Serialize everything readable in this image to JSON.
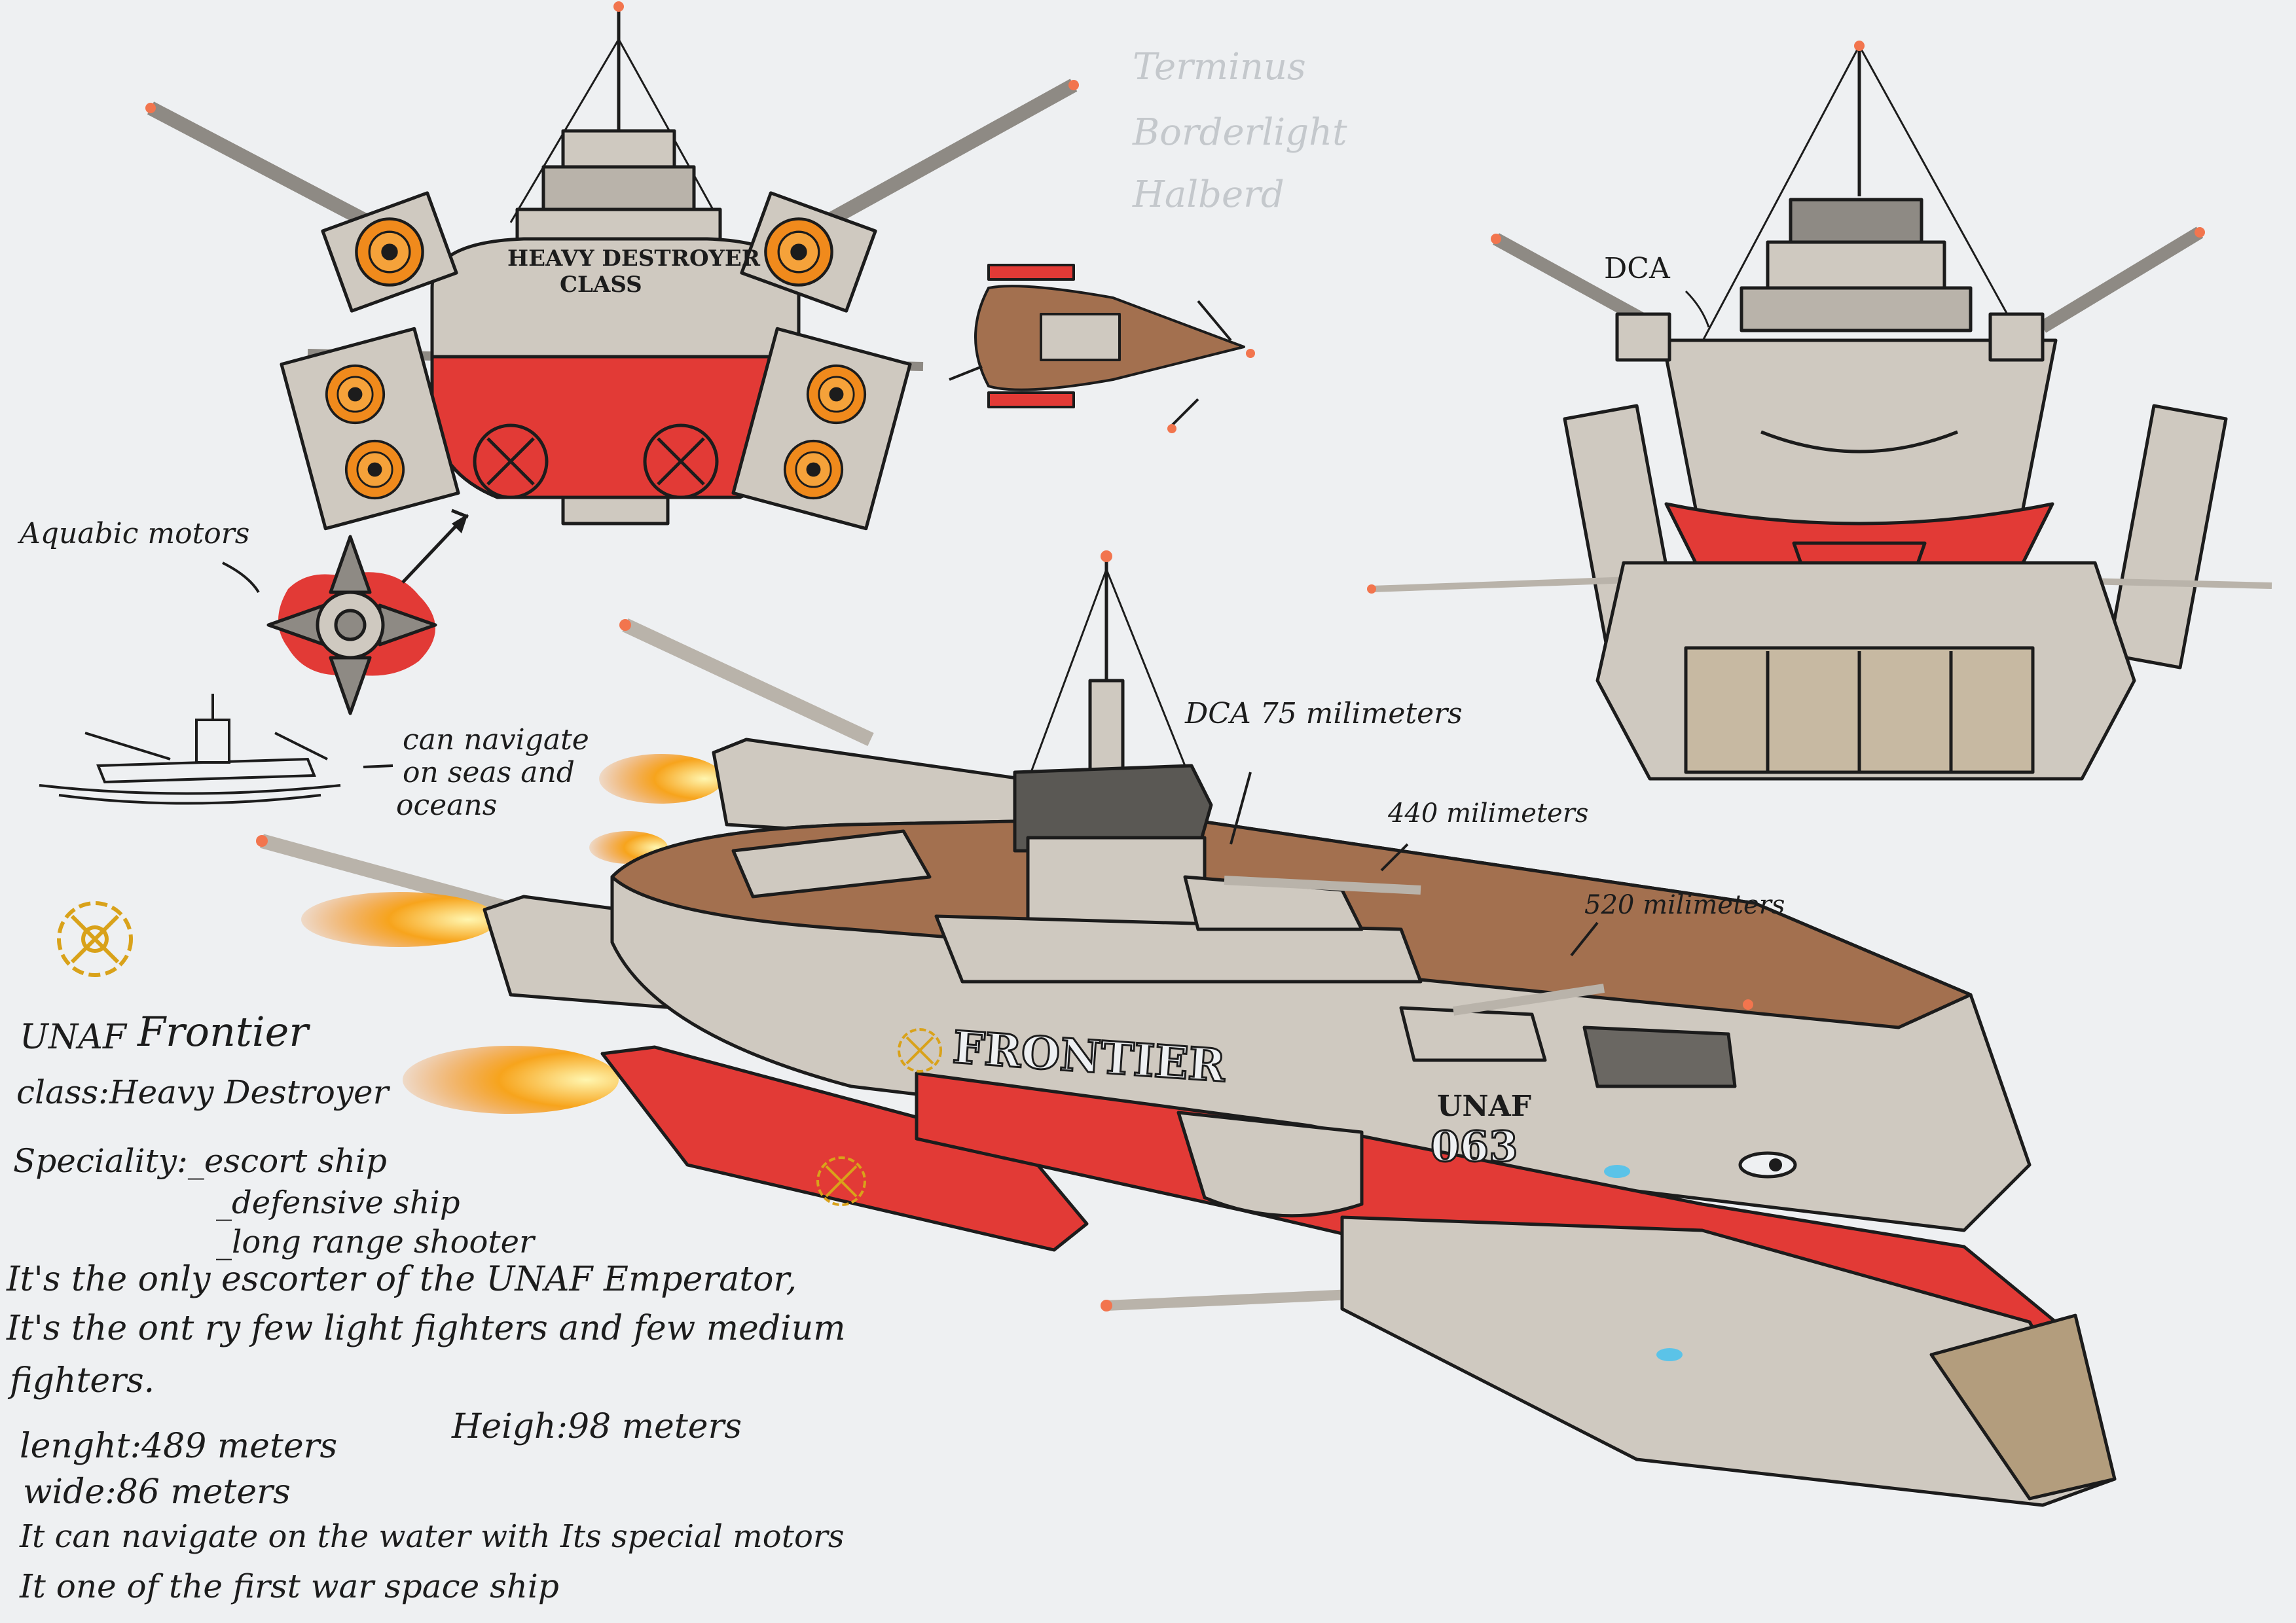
{
  "sheet": {
    "names": [
      "Terminus",
      "Borderlight",
      "Halberd"
    ],
    "hull_top": [
      "HEAVY DESTROYER",
      "CLASS"
    ],
    "labels": {
      "aquatic": "Aquabic motors",
      "navigate": [
        "can navigate",
        "on seas and",
        "oceans"
      ],
      "dca_front": "DCA",
      "dca_side": "DCA 75 milimeters",
      "gun_440": "440 milimeters",
      "gun_520": "520 milimeters"
    },
    "hull_side": {
      "name": "FRONTIER",
      "prefix": "UNAF",
      "number": "063"
    },
    "notes": {
      "title_prefix": "UNAF",
      "title_name": "Frontier",
      "class_line": "class:Heavy Destroyer",
      "speciality": [
        "Speciality:_escort ship",
        "_defensive ship",
        "_long range shooter"
      ],
      "description": [
        "It's the only escorter of the UNAF Emperator,",
        "It's the ont ry few light fighters and few medium",
        "fighters."
      ],
      "length": "lenght:489 meters",
      "height": "Heigh:98 meters",
      "width": "wide:86 meters",
      "water": "It can navigate on the water with Its special motors",
      "first": "It one of the first war space ship"
    },
    "colors": {
      "hull_grey": "#cfc9c0",
      "hull_red": "#e23a36",
      "deck_brown": "#a3704f",
      "ink": "#1c1c1c",
      "thruster_orange": "#f08a1c",
      "tip_orange": "#f2754e",
      "emblem_gold": "#d9a21a",
      "paper": "#eef0f2"
    }
  }
}
